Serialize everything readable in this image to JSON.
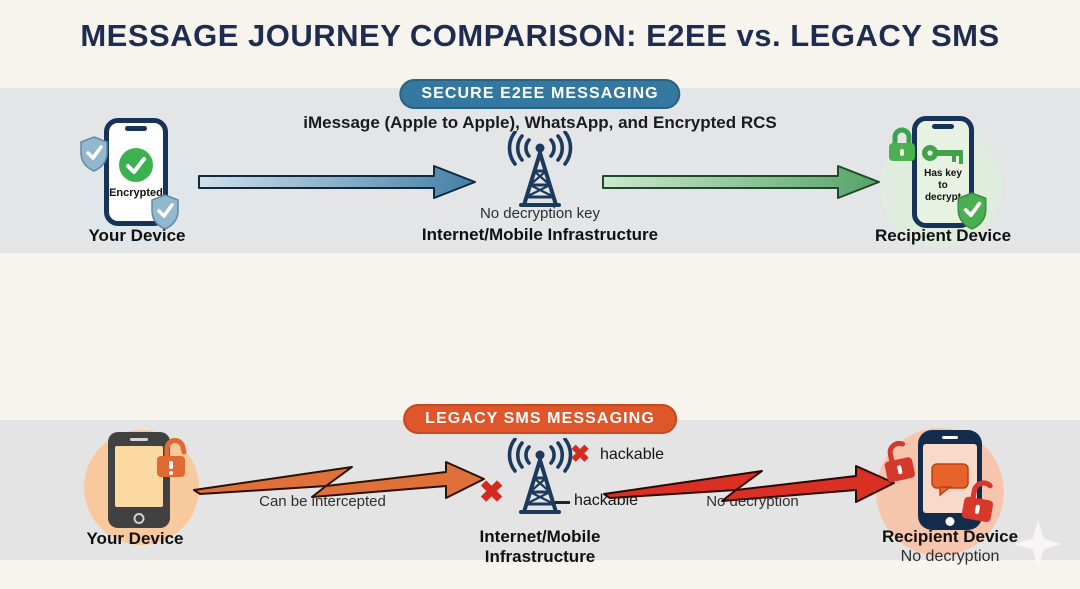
{
  "title": "MESSAGE JOURNEY COMPARISON: E2EE vs. LEGACY SMS",
  "icons": {
    "x_mark": "✖"
  },
  "colors": {
    "title_navy": "#1d2c50",
    "secure_badge_teal": "#35789f",
    "legacy_badge_orange": "#e0562b",
    "tower_navy": "#1c3a5e",
    "encrypted_green": "#3cb14f",
    "alert_red": "#d32b20",
    "bolt_orange": "#e0703a",
    "bolt_red": "#da2f23",
    "arrow_blue": "#4a86ac",
    "arrow_green": "#5aa96b"
  },
  "secure_section": {
    "badge": "SECURE E2EE MESSAGING",
    "subtitle": "iMessage (Apple to Apple), WhatsApp, and Encrypted RCS",
    "sender": {
      "label": "Your Device",
      "screen_text": "Encrypted"
    },
    "infrastructure": {
      "note": "No decryption key",
      "label": "Internet/Mobile Infrastructure"
    },
    "recipient": {
      "label": "Recipient Device",
      "screen_text": "Has key to decrypt"
    }
  },
  "legacy_section": {
    "badge": "LEGACY SMS MESSAGING",
    "sender": {
      "label": "Your Device"
    },
    "arrow_label": "Can be intercepted",
    "infrastructure": {
      "label_line1": "Internet/Mobile",
      "label_line2": "Infrastructure",
      "hackable_top": "hackable",
      "hackable_side": "hackable"
    },
    "arrow2_label": "No decryption",
    "recipient": {
      "label": "Recipient Device",
      "note": "No decryption"
    }
  }
}
